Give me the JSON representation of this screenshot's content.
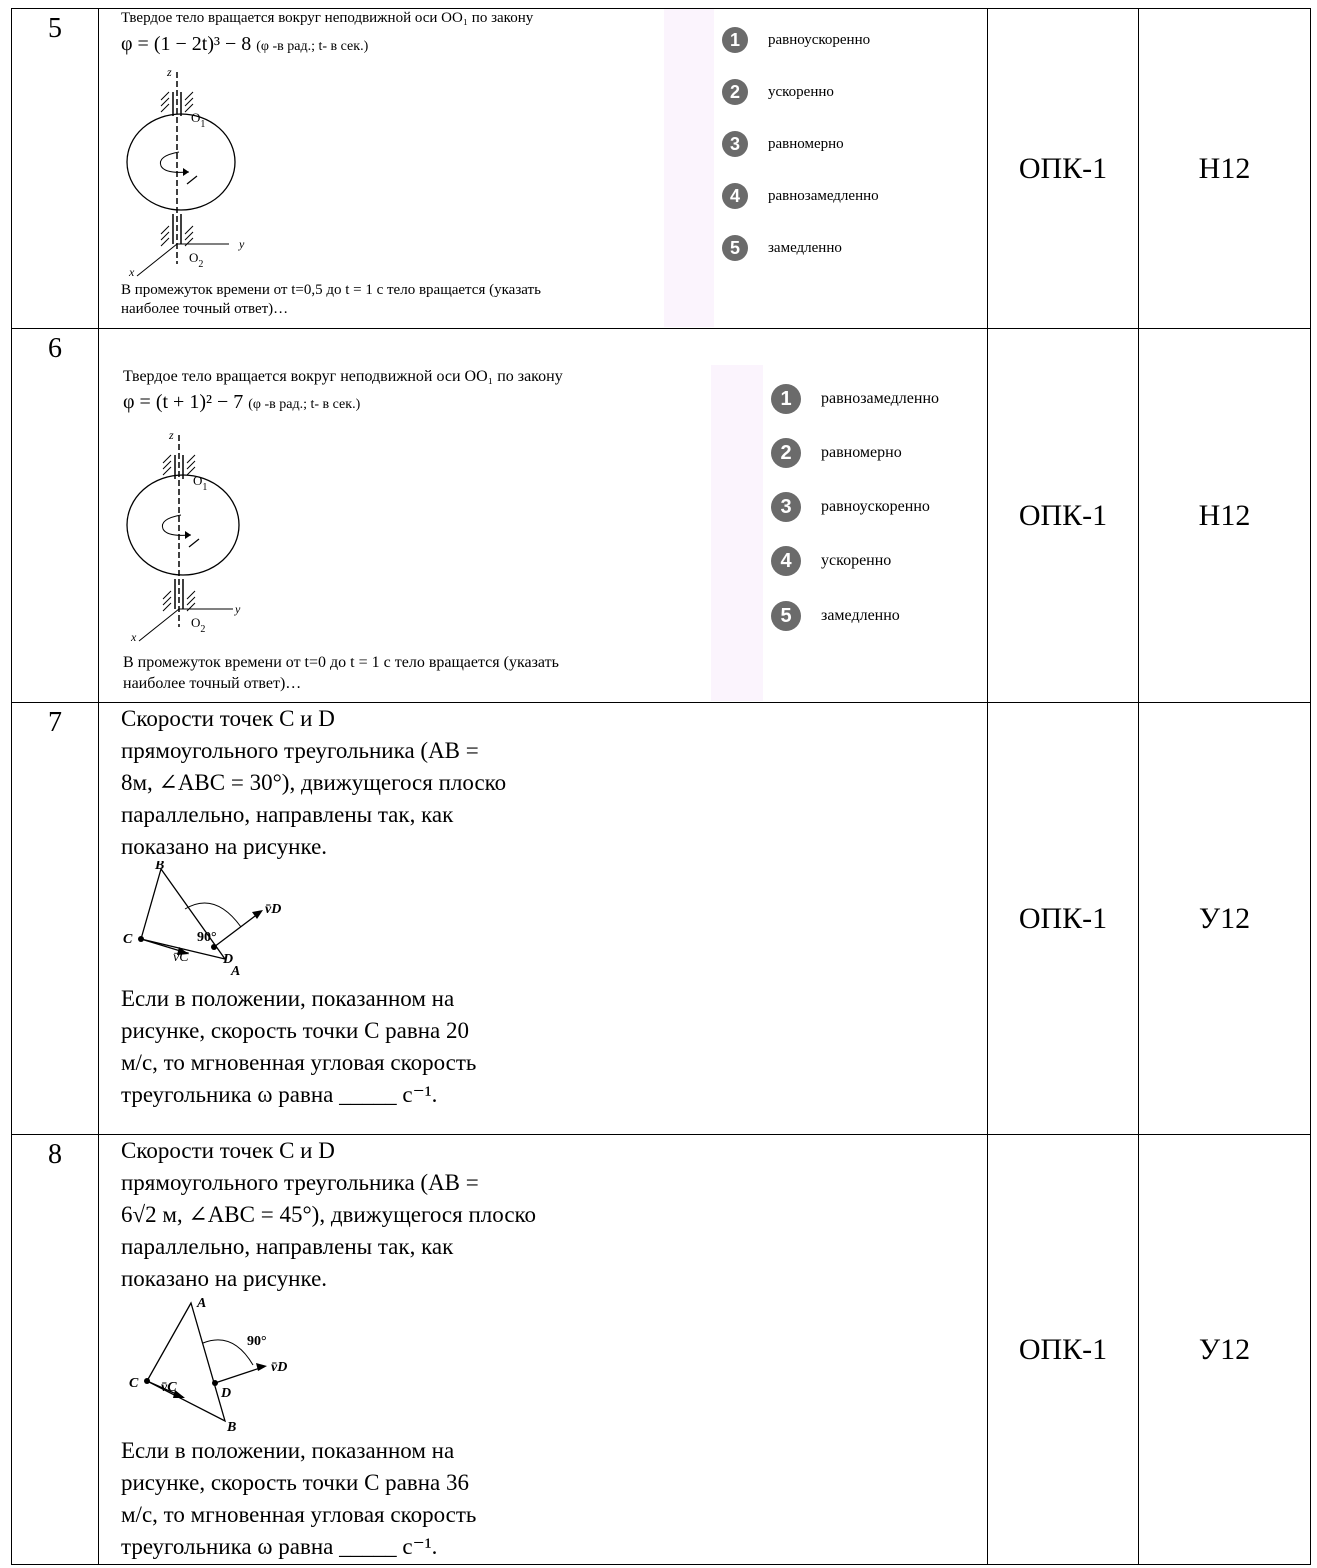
{
  "rows": [
    {
      "num": "5",
      "competence": "ОПК-1",
      "indicator": "Н12",
      "intro": "Твердое тело вращается вокруг неподвижной оси OO₁ по закону",
      "formula": "φ = (1 − 2t)³ − 8",
      "formula_units": "(φ -в рад.; t- в сек.)",
      "question_line1": "В промежуток времени от t=0,5 до t = 1 с  тело вращается (указать",
      "question_line2": "наиболее точный ответ)…",
      "options": [
        {
          "n": "1",
          "text": "равноускоренно"
        },
        {
          "n": "2",
          "text": "ускоренно"
        },
        {
          "n": "3",
          "text": "равномерно"
        },
        {
          "n": "4",
          "text": "равнозамедленно"
        },
        {
          "n": "5",
          "text": "замедленно"
        }
      ],
      "diagram": {
        "z": "z",
        "o1": "O",
        "o1_sub": "1",
        "o2": "O",
        "o2_sub": "2",
        "x": "x",
        "y": "y"
      }
    },
    {
      "num": "6",
      "competence": "ОПК-1",
      "indicator": "Н12",
      "intro": "Твердое тело вращается вокруг неподвижной оси OO₁ по закону",
      "formula": "φ = (t + 1)² − 7",
      "formula_units": "(φ -в рад.; t- в сек.)",
      "question_line1": "В промежуток времени от t=0 до t = 1 с  тело вращается (указать",
      "question_line2": "наиболее точный ответ)…",
      "options": [
        {
          "n": "1",
          "text": "равнозамедленно"
        },
        {
          "n": "2",
          "text": "равномерно"
        },
        {
          "n": "3",
          "text": "равноускоренно"
        },
        {
          "n": "4",
          "text": "ускоренно"
        },
        {
          "n": "5",
          "text": "замедленно"
        }
      ],
      "diagram": {
        "z": "z",
        "o1": "O",
        "o1_sub": "1",
        "o2": "O",
        "o2_sub": "2",
        "x": "x",
        "y": "y"
      }
    },
    {
      "num": "7",
      "competence": "ОПК-1",
      "indicator": "У12",
      "lines_top": [
        "Скорости точек C и D",
        "прямоугольного треугольника (AB =",
        "8м, ∠ABC = 30°), движущегося плоско",
        "параллельно, направлены так, как",
        "показано на рисунке."
      ],
      "lines_bottom": [
        "Если в положении, показанном на",
        "рисунке, скорость точки C равна 20",
        "м/с, то мгновенная угловая скорость",
        "треугольника ω  равна _____ с⁻¹."
      ],
      "fig": {
        "a": "A",
        "b": "B",
        "c": "C",
        "d": "D",
        "angle": "90°",
        "vc": "v̄C",
        "vd": "v̄D"
      }
    },
    {
      "num": "8",
      "competence": "ОПК-1",
      "indicator": "У12",
      "lines_top": [
        "Скорости точек C и D",
        "прямоугольного треугольника (AB =",
        "6√2 м, ∠ABC = 45°), движущегося плоско",
        "параллельно, направлены так, как",
        "показано на рисунке."
      ],
      "lines_bottom": [
        "Если в положении, показанном на",
        "рисунке, скорость точки C равна 36",
        "м/с, то мгновенная угловая скорость",
        "треугольника ω  равна _____ с⁻¹."
      ],
      "fig": {
        "a": "A",
        "b": "B",
        "c": "C",
        "d": "D",
        "angle": "90°",
        "vc": "v̄C",
        "vd": "v̄D"
      }
    }
  ]
}
